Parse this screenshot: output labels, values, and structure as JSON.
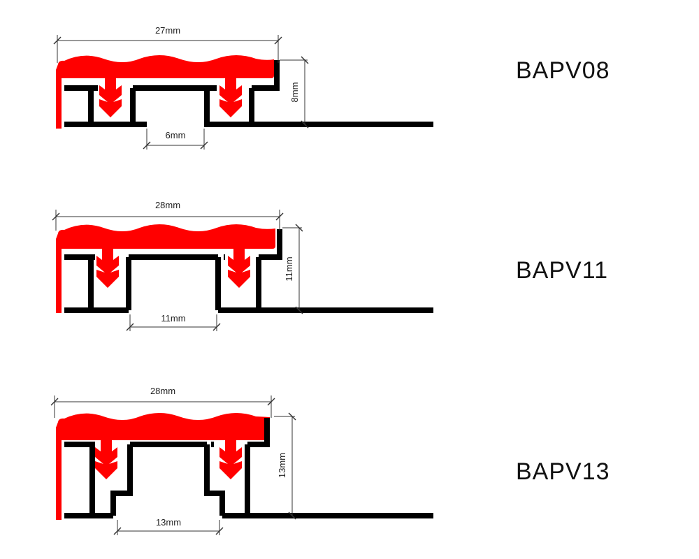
{
  "colors": {
    "insert": "#ff0000",
    "profile": "#000000",
    "dimension_line": "#333333",
    "background": "#ffffff"
  },
  "profiles": [
    {
      "model": "BAPV08",
      "top_width": "27mm",
      "height": "8mm",
      "channel_width": "6mm"
    },
    {
      "model": "BAPV11",
      "top_width": "28mm",
      "height": "11mm",
      "channel_width": "11mm"
    },
    {
      "model": "BAPV13",
      "top_width": "28mm",
      "height": "13mm",
      "channel_width": "13mm"
    }
  ]
}
